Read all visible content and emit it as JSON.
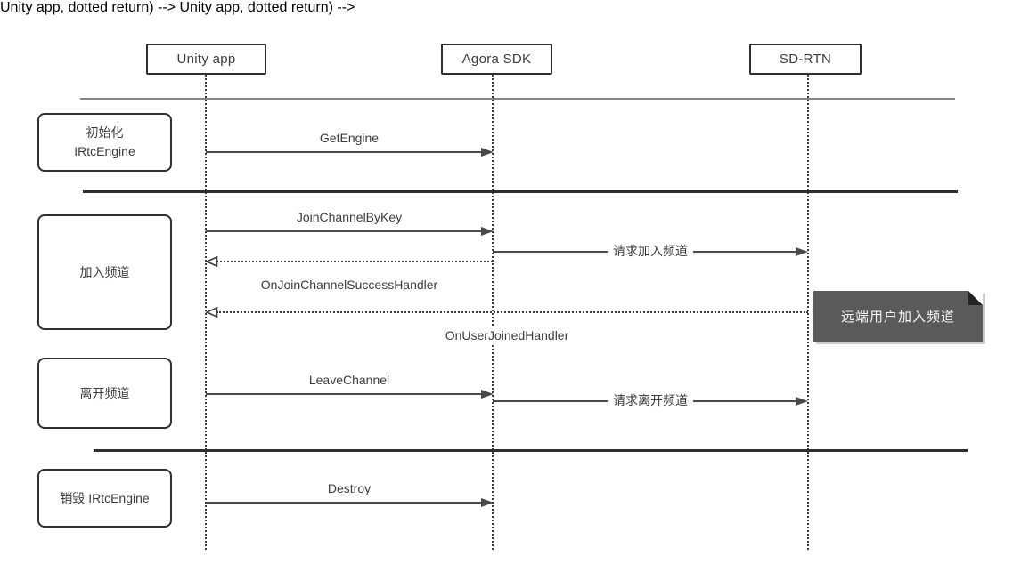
{
  "diagram": {
    "actors": [
      {
        "label": "Unity app"
      },
      {
        "label": "Agora SDK"
      },
      {
        "label": "SD-RTN"
      }
    ],
    "phases": [
      {
        "line1": "初始化",
        "line2": "IRtcEngine"
      },
      {
        "line1": "加入频道"
      },
      {
        "line1": "离开频道"
      },
      {
        "line1": "销毁 IRtcEngine"
      }
    ],
    "messages": {
      "get_engine": "GetEngine",
      "join_channel_by_key": "JoinChannelByKey",
      "request_join_channel": "请求加入频道",
      "on_join_channel_success_handler": "OnJoinChannelSuccessHandler",
      "on_user_joined_handler": "OnUserJoinedHandler",
      "leave_channel": "LeaveChannel",
      "request_leave_channel": "请求离开频道",
      "destroy": "Destroy"
    },
    "note": {
      "text": "远端用户加入频道"
    },
    "colors": {
      "line": "#4a4a4a",
      "box_border": "#2f2f2f",
      "separator_light": "#868686",
      "separator_dark": "#2e2e2e",
      "note_background": "#5a5a5a",
      "note_fold": "#222222",
      "note_text": "#f7f7f7",
      "text": "#3c3c3c",
      "background": "#ffffff"
    }
  }
}
